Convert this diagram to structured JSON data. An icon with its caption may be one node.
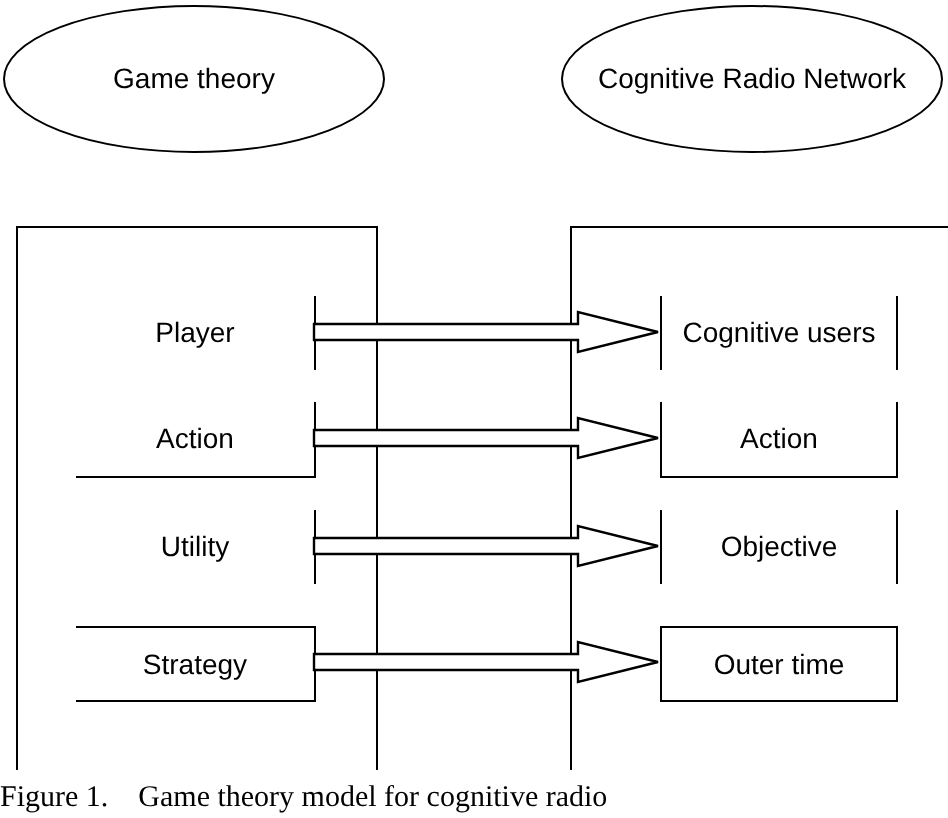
{
  "diagram": {
    "caption": "Figure 1.    Game theory model for cognitive radio",
    "nodes": [
      {
        "text": [
          "Game theory"
        ]
      },
      {
        "text": [
          "Cognitive Radio Network"
        ]
      },
      {
        "text": [],
        "shape": "box"
      },
      {
        "text": [],
        "shape": "box"
      },
      {
        "text": [
          "Player"
        ],
        "in": 2
      },
      {
        "text": [
          "Action"
        ],
        "in": 2
      },
      {
        "text": [
          "Utility"
        ],
        "in": 2
      },
      {
        "text": [
          "Strategy"
        ],
        "in": 2
      },
      {
        "text": [
          "Cognitive users"
        ],
        "in": 3
      },
      {
        "text": [
          "Action"
        ],
        "in": 3
      },
      {
        "text": [
          "Objective"
        ],
        "in": 3
      },
      {
        "text": [
          "Outer time"
        ],
        "in": 3
      }
    ],
    "edges": [
      {
        "from": 4,
        "to": 8,
        "arrow": "to",
        "style": "thick"
      },
      {
        "from": 5,
        "to": 9,
        "arrow": "to",
        "style": "thick"
      },
      {
        "from": 6,
        "to": 10,
        "arrow": "to",
        "style": "thick"
      },
      {
        "from": 7,
        "to": 11,
        "arrow": "to",
        "style": "thick"
      }
    ]
  }
}
